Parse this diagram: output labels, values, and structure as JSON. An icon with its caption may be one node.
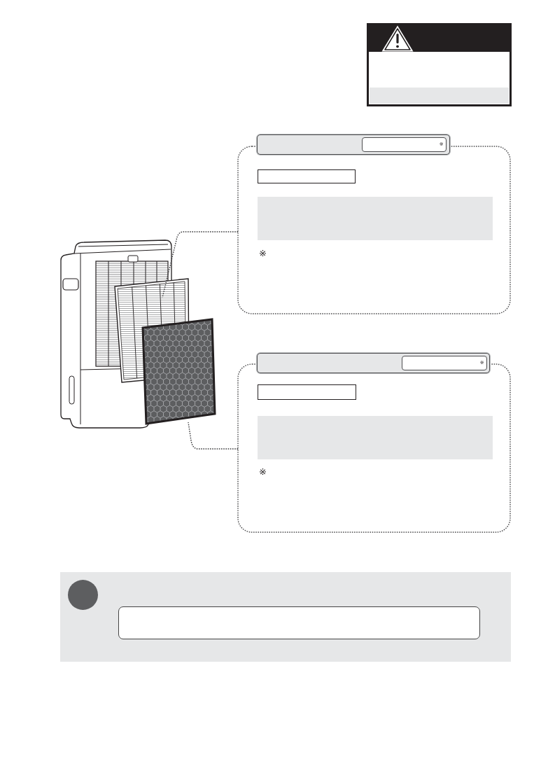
{
  "diagram": {
    "nodes": [
      {
        "text": [],
        "shape": "box"
      },
      {
        "text": [
          "※"
        ]
      },
      {
        "text": [],
        "shape": "bar"
      },
      {
        "text": [
          "※"
        ],
        "in": 2
      },
      {
        "text": [],
        "shape": "box",
        "in": 1
      },
      {
        "text": [],
        "shape": "bar",
        "in": 1
      },
      {
        "text": [],
        "shape": "picture"
      },
      {
        "text": [
          "※"
        ]
      },
      {
        "text": [],
        "shape": "bar"
      },
      {
        "text": [
          "※"
        ],
        "in": 8
      },
      {
        "text": [],
        "shape": "box",
        "in": 7
      },
      {
        "text": [],
        "shape": "bar",
        "in": 7
      },
      {
        "text": [],
        "shape": "box"
      },
      {
        "text": [],
        "shape": "bar"
      },
      {
        "text": [],
        "shape": "circle",
        "in": 13
      },
      {
        "text": [],
        "shape": "box",
        "in": 13
      }
    ],
    "edges": [
      {
        "from": 1,
        "to": 6,
        "arrow": "none",
        "style": "dashed"
      },
      {
        "from": 7,
        "to": 12,
        "arrow": "none",
        "style": "dashed"
      }
    ]
  }
}
